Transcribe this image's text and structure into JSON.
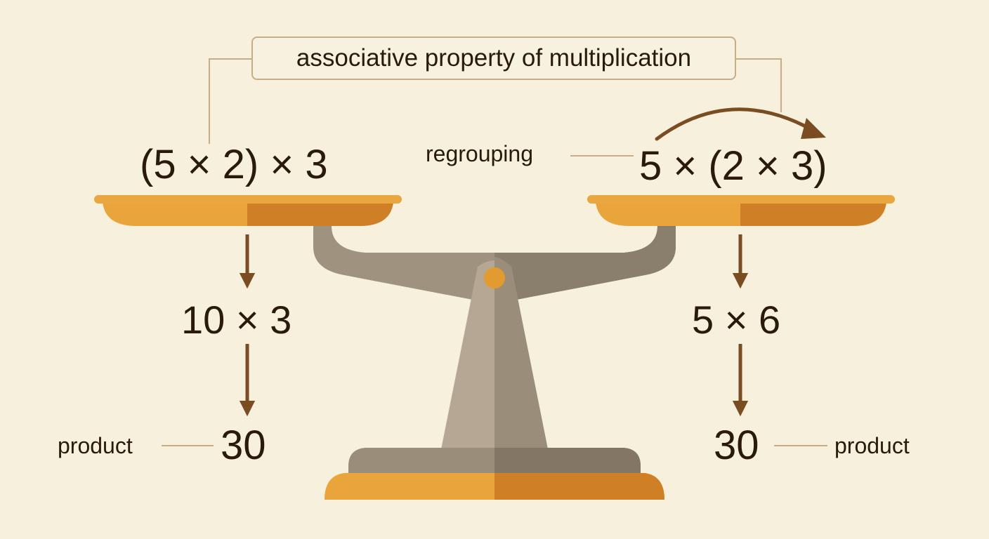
{
  "title": "associative property of multiplication",
  "left": {
    "expression": "(5 × 2) × 3",
    "intermediate": "10 × 3",
    "result": "30",
    "result_label": "product"
  },
  "right": {
    "expression": "5 × (2 × 3)",
    "intermediate": "5 × 6",
    "result": "30",
    "result_label": "product"
  },
  "regroup_label": "regrouping",
  "colors": {
    "background": "#f6f0dc",
    "pan_light": "#e9a43c",
    "pan_dark": "#cf8026",
    "stand_light": "#b5a793",
    "stand_dark": "#8d8070",
    "arrow": "#7a4c22",
    "connector": "#c9ad86",
    "text": "#2a1a0c"
  }
}
